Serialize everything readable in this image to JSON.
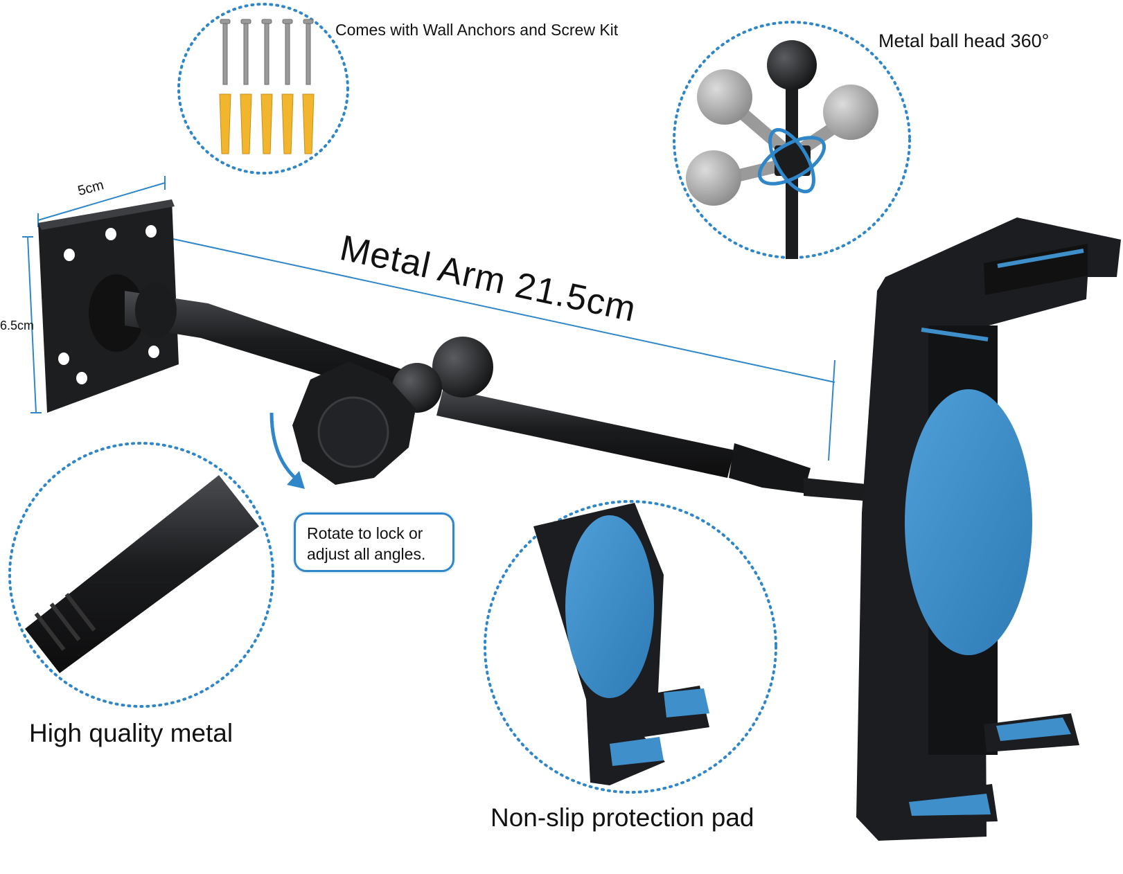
{
  "labels": {
    "screw_kit": "Comes with Wall Anchors and Screw Kit",
    "ball_head": "Metal ball head 360°",
    "arm_length": "Metal Arm 21.5cm",
    "plate_width": "5cm",
    "plate_height": "6.5cm",
    "rotate_tip": "Rotate to lock or\nadjust all angles.",
    "metal_quality": "High quality metal",
    "protection_pad": "Non-slip protection pad"
  },
  "colors": {
    "accent_blue": "#2f86c8",
    "pad_blue": "#3f8fca",
    "metal_black": "#1b1c1e",
    "anchor_yellow": "#f2b52e",
    "screw_gray": "#9a9a9a"
  },
  "icons": {
    "rotate_arrow": "curved-arrow-icon",
    "ball_rotation": "rotation-arrows-icon"
  }
}
